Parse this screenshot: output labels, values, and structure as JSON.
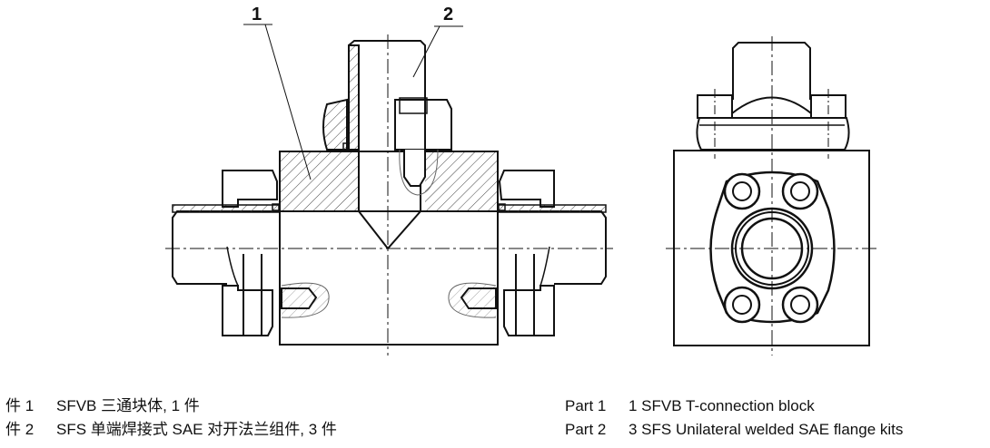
{
  "drawing": {
    "callouts": [
      "1",
      "2"
    ]
  },
  "legend_zh": [
    {
      "label": "件 1",
      "text": "SFVB 三通块体, 1 件"
    },
    {
      "label": "件 2",
      "text": "SFS 单端焊接式 SAE 对开法兰组件, 3 件"
    }
  ],
  "legend_en": [
    {
      "label": "Part 1",
      "text": "1 SFVB T-connection block"
    },
    {
      "label": "Part 2",
      "text": "3 SFS Unilateral welded SAE flange kits"
    }
  ]
}
